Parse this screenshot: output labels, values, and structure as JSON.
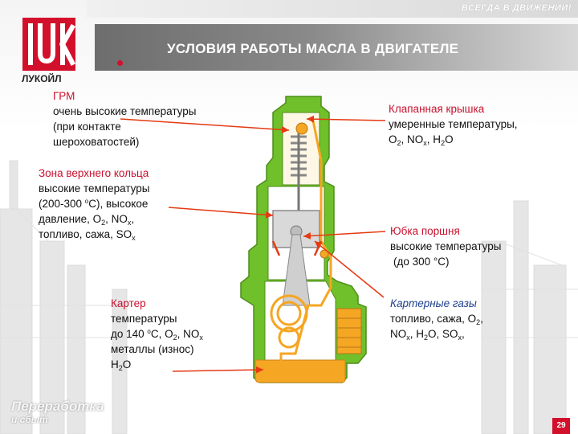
{
  "header": {
    "slogan": "ВСЕГДА В ДВИЖЕНИИ!",
    "title": "УСЛОВИЯ РАБОТЫ МАСЛА В ДВИГАТЕЛЕ",
    "logo_text": "ЛУКОЙЛ"
  },
  "colors": {
    "brand_red": "#d3102b",
    "engine_green": "#6fc02a",
    "oil_orange": "#f5a623",
    "arrow_red": "#e53a12"
  },
  "labels": {
    "grm": {
      "title": "ГРМ",
      "line1": "очень высокие температуры",
      "line2": "(при контакте",
      "line3": "шероховатостей)"
    },
    "ring_zone": {
      "title": "Зона верхнего кольца",
      "line1": "высокие температуры",
      "line2_a": "(200-300 ",
      "line2_deg": "o",
      "line2_b": "C), высокое",
      "line3_a": "давление, O",
      "line3_sub1": "2",
      "line3_b": ", NO",
      "line3_sub2": "x",
      "line3_c": ",",
      "line4_a": "топливо, сажа, SO",
      "line4_sub": "x"
    },
    "valve_cover": {
      "title": "Клапанная крышка",
      "line1": "умеренные температуры,",
      "line2_a": "O",
      "line2_sub1": "2",
      "line2_b": ", NO",
      "line2_sub2": "x",
      "line2_c": ", H",
      "line2_sub3": "2",
      "line2_d": "O"
    },
    "piston_skirt": {
      "title": "Юбка поршня",
      "line1": "высокие температуры",
      "line2": "(до 300 °С)"
    },
    "crankcase_gases": {
      "title": "Картерные газы",
      "line1": "топливо, сажа, O",
      "line1_sub": "2",
      "line1_end": ",",
      "line2_a": "NO",
      "line2_sub1": "x",
      "line2_b": ", H",
      "line2_sub2": "2",
      "line2_c": "O, SO",
      "line2_sub3": "x",
      "line2_d": ","
    },
    "crankcase": {
      "title": "Картер",
      "line1": "температуры",
      "line2_a": "до 140 ",
      "line2_deg": "o",
      "line2_b": "C, O",
      "line2_sub1": "2",
      "line2_c": ", NO",
      "line2_sub2": "x",
      "line3": "металлы (износ)",
      "line4_a": "H",
      "line4_sub": "2",
      "line4_b": "O"
    }
  },
  "footer": {
    "line1": "Переработка",
    "line2": "и сбыт",
    "page_number": "29"
  }
}
